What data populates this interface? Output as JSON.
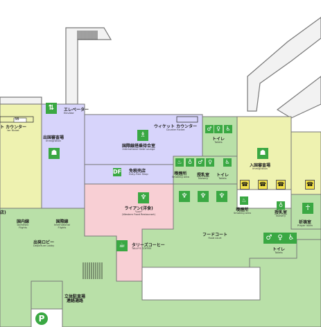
{
  "labels": {
    "elevator": {
      "jp": "エレベーター",
      "en": "Elevator"
    },
    "counter_left": {
      "jp": "ト カウンター",
      "en": "ter Ricket"
    },
    "room_3b": {
      "jp": "3B"
    },
    "immigration_left": {
      "jp": "出国審査場",
      "en": "Immigration"
    },
    "ticket_counter": {
      "jp": "ウィケット カウンター",
      "en": "Counter Ricket"
    },
    "toilet_upper": {
      "jp": "トイレ",
      "en": "Toilets"
    },
    "intl_lounge": {
      "jp": "国際線搭乗待合室",
      "en": "International Gate Lounge"
    },
    "immigration_right": {
      "jp": "入国審査場",
      "en": "Immigration"
    },
    "duty_free": {
      "jp": "免税売店",
      "en": "Duty-Free Shop"
    },
    "smoking_upper": {
      "jp": "喫煙所",
      "en": "Smoking area"
    },
    "nursery_upper": {
      "jp": "授乳室",
      "en": "Nursery"
    },
    "toilet_mid": {
      "jp": "トイレ",
      "en": "Toilets"
    },
    "restaurant": {
      "jp": "ライアン(洋食)",
      "en": "\"Lion\"",
      "en2": "(Western Food Restaurant)"
    },
    "smoking_right": {
      "jp": "喫煙所",
      "en": "Smoking area"
    },
    "nursery_right": {
      "jp": "授乳室",
      "en": "Nursery"
    },
    "prayer": {
      "jp": "祈祷室",
      "en": "Prayer room"
    },
    "left_cut": {
      "jp": "店)"
    },
    "domestic": {
      "jp": "国内線",
      "en": "Domestic",
      "en2": "Flights"
    },
    "international": {
      "jp": "国際線",
      "en": "International",
      "en2": "Flights"
    },
    "departure_lobby": {
      "jp": "出発ロビー",
      "en": "Departure Lobby"
    },
    "food_court": {
      "jp": "フードコート",
      "en": "Food court"
    },
    "cafe": {
      "jp": "タリーズコーヒー",
      "en": "TALLY'S COFFEE"
    },
    "toilet_lower": {
      "jp": "トイレ",
      "en": "Toilets"
    },
    "parking_link": {
      "jp": "立体駐車場",
      "jp2": "連絡通路"
    }
  },
  "icons": {
    "elevator": "elevator-icon",
    "immigration": "immigration-officer-icon",
    "lounge": "waiting-lounge-icon",
    "duty_free": "duty-free-bag-icon",
    "restaurant": "fork-knife-icon",
    "cafe": "coffee-cup-icon",
    "toilet": "toilet-icon",
    "wheelchair": "wheelchair-icon",
    "smoking": "smoking-icon",
    "nursery": "baby-bottle-icon",
    "prayer": "prayer-icon",
    "phone": "telephone-icon",
    "parking": "parking-icon",
    "parking_letter": "P"
  },
  "colors": {
    "lobby_green": "#b9e0a8",
    "lounge_blue": "#d7d4fb",
    "shop_pink": "#f8cfd4",
    "immig_yellow": "#eef2b0",
    "sign_green": "#3aa843",
    "phone_yellow": "#f3e24a"
  }
}
